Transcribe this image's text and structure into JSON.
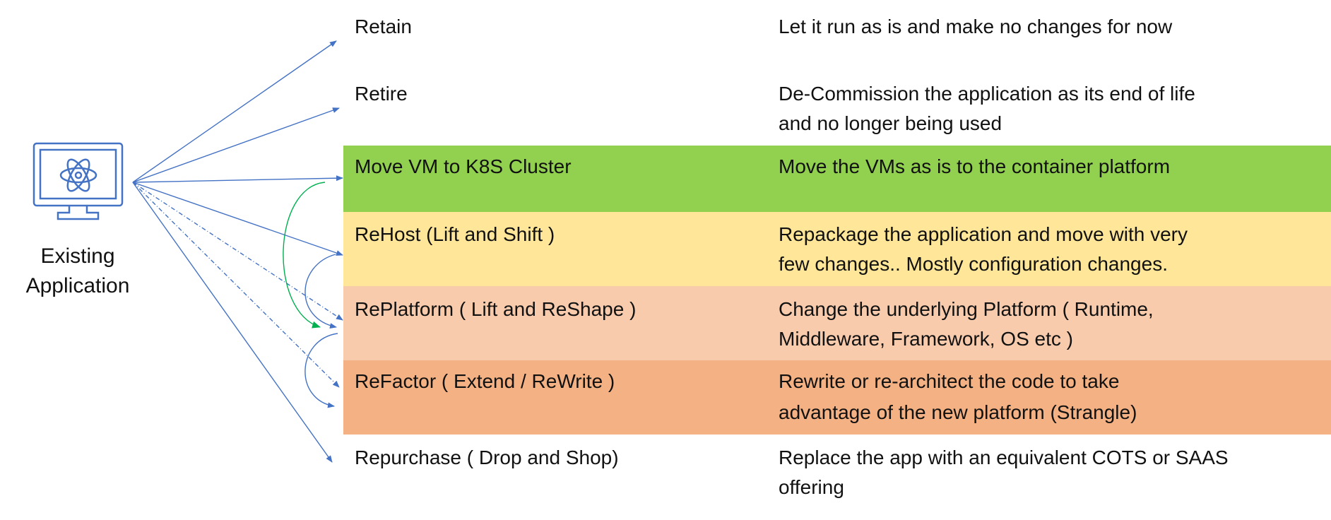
{
  "source": {
    "label_line1": "Existing",
    "label_line2": "Application",
    "icon": "monitor-atom-icon"
  },
  "colors": {
    "arrow": "#4472C4",
    "green_arrow": "#00B050",
    "move_vm": "#92D050",
    "rehost": "#FFE699",
    "replatform": "#F8CBAD",
    "refactor": "#F4B183"
  },
  "options": [
    {
      "label": "Retain",
      "description": [
        "Let it run as is and make no changes for now"
      ]
    },
    {
      "label": "Retire",
      "description": [
        "De-Commission the application as its end of life",
        "and no longer being used"
      ]
    },
    {
      "label": "Move VM to K8S Cluster",
      "description": [
        "Move the VMs as is to the container platform"
      ]
    },
    {
      "label": "ReHost (Lift and Shift )",
      "description": [
        "Repackage the application and move with very",
        "few changes.. Mostly configuration changes."
      ]
    },
    {
      "label": "RePlatform ( Lift and ReShape )",
      "description": [
        "Change the underlying Platform ( Runtime,",
        "Middleware, Framework, OS etc )"
      ]
    },
    {
      "label": "ReFactor ( Extend / ReWrite )",
      "description": [
        "Rewrite or re-architect the code to take",
        "advantage of the new platform (Strangle)"
      ]
    },
    {
      "label": "Repurchase ( Drop and Shop)",
      "description": [
        "Replace the app with an equivalent COTS or SAAS",
        "offering"
      ]
    }
  ]
}
